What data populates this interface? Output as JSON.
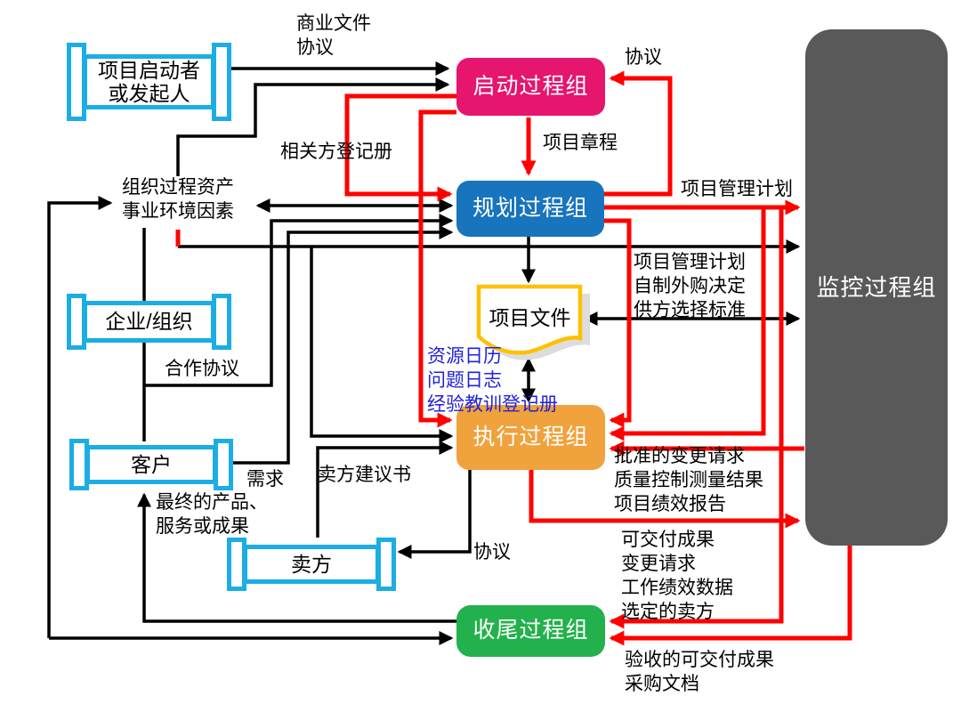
{
  "diagram": {
    "process_groups": {
      "initiating": {
        "label": "启动过程组",
        "color": "#E6156E"
      },
      "planning": {
        "label": "规划过程组",
        "color": "#1874BC"
      },
      "executing": {
        "label": "执行过程组",
        "color": "#F0A23C"
      },
      "closing": {
        "label": "收尾过程组",
        "color": "#22B14C"
      },
      "monitoring": {
        "label": "监控过程组",
        "color": "#595959"
      }
    },
    "actors": {
      "initiator": {
        "label": "项目启动者\n或发起人"
      },
      "enterprise": {
        "label": "企业/组织"
      },
      "customer": {
        "label": "客户"
      },
      "seller": {
        "label": "卖方"
      }
    },
    "artifacts": {
      "project_documents": {
        "label": "项目文件",
        "border_color": "#FFC000"
      }
    },
    "flow_labels": {
      "business_documents": "商业文件\n协议",
      "agreement_top": "协议",
      "project_charter": "项目章程",
      "stakeholder_register": "相关方登记册",
      "opa_eef": "组织过程资产\n事业环境因素",
      "pm_plan": "项目管理计划",
      "pm_plan_make_buy": "项目管理计划\n自制外购决定\n供方选择标准",
      "registers_blue": "资源日历\n问题日志\n经验教训登记册",
      "cooperation_agreement": "合作协议",
      "requirements": "需求",
      "seller_proposals": "卖方建议书",
      "final_product": "最终的产品、\n服务或成果",
      "agreement_seller": "协议",
      "monitor_to_exec": "批准的变更请求\n质量控制测量结果\n项目绩效报告",
      "exec_to_monitor": "可交付成果\n变更请求\n工作绩效数据\n选定的卖方",
      "accepted_deliverables": "验收的可交付成果\n采购文档"
    },
    "colors": {
      "line_black": "#000000",
      "line_red": "#FF0000",
      "actor_border": "#1CADE4",
      "doc_border": "#FFC000",
      "blue_text": "#2222DD",
      "doc_shadow": "#DDDDDD"
    }
  }
}
